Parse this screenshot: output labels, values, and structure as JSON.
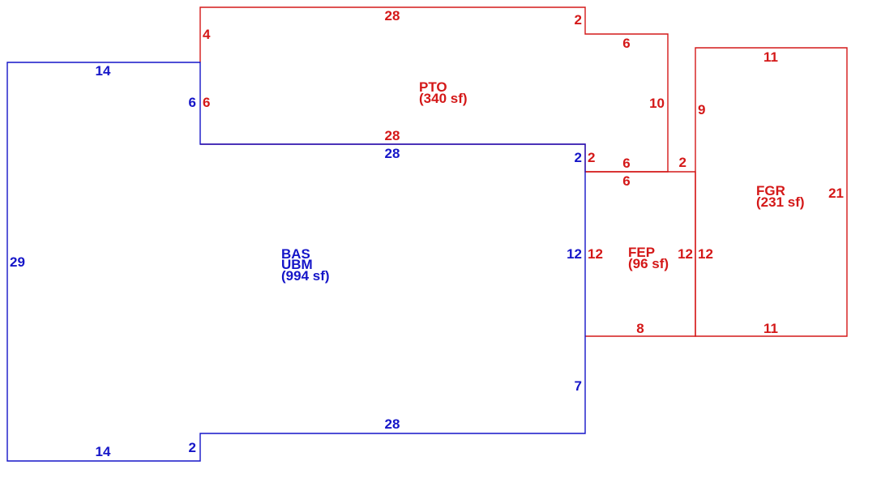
{
  "colors": {
    "blue": "#1515c8",
    "red": "#d41818",
    "background": "#ffffff"
  },
  "areas": {
    "bas": {
      "code": "BAS",
      "code2": "UBM",
      "size": "(994 sf)"
    },
    "pto": {
      "code": "PTO",
      "size": "(340 sf)"
    },
    "fep": {
      "code": "FEP",
      "size": "(96 sf)"
    },
    "fgr": {
      "code": "FGR",
      "size": "(231 sf)"
    }
  },
  "dimensions": {
    "bas": {
      "top_left": "14",
      "left_notch": "6",
      "top_right": "28",
      "right_notch": "2",
      "right_upper": "12",
      "right_lower": "7",
      "bottom_right": "28",
      "bottom_notch": "2",
      "bottom_left": "14",
      "left": "29"
    },
    "pto": {
      "left_upper": "4",
      "top": "28",
      "top_notch": "2",
      "step_top": "6",
      "right": "10",
      "step_bottom": "6",
      "bottom_notch": "2",
      "bottom": "28",
      "left_lower": "6"
    },
    "fep": {
      "top": "6",
      "top_right": "2",
      "left": "12",
      "right": "12",
      "bottom": "8"
    },
    "fgr": {
      "top": "11",
      "left_upper": "9",
      "right": "21",
      "left_lower": "12",
      "bottom": "11"
    }
  }
}
